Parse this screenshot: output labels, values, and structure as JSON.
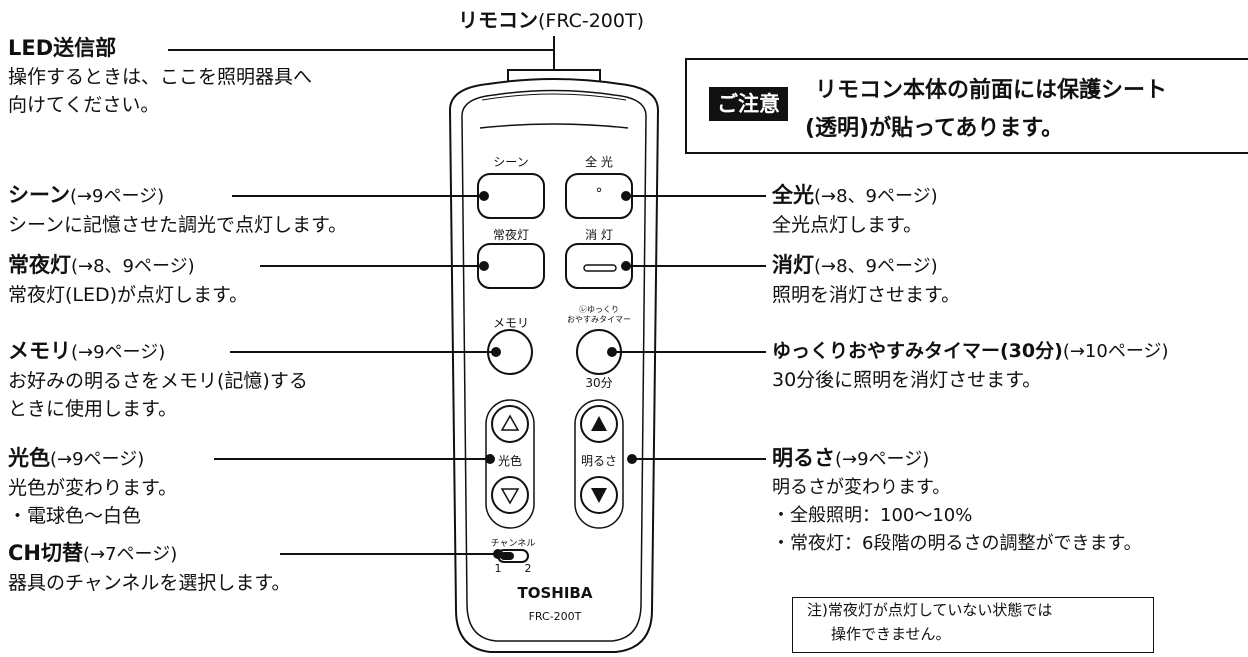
{
  "remote_title": {
    "name": "リモコン",
    "model": "(FRC-200T)"
  },
  "notice": {
    "tag": "ご注意",
    "line1": "リモコン本体の前面には保護シート",
    "line2": "(透明)が貼ってあります。"
  },
  "callouts": {
    "led": {
      "title": "LED送信部",
      "desc1": "操作するときは、ここを照明器具へ",
      "desc2": "向けてください。"
    },
    "scene": {
      "title": "シーン",
      "ref": "(→9ページ)",
      "desc1": "シーンに記憶させた調光で点灯します。"
    },
    "nightlight": {
      "title": "常夜灯",
      "ref": "(→8、9ページ)",
      "desc1": "常夜灯(LED)が点灯します。"
    },
    "memory": {
      "title": "メモリ",
      "ref": "(→9ページ)",
      "desc1": "お好みの明るさをメモリ(記憶)する",
      "desc2": "ときに使用します。"
    },
    "color": {
      "title": "光色",
      "ref": "(→9ページ)",
      "desc1": "光色が変わります。",
      "desc2": "・電球色～白色"
    },
    "channel": {
      "title": "CH切替",
      "ref": "(→7ページ)",
      "desc1": "器具のチャンネルを選択します。"
    },
    "full": {
      "title": "全光",
      "ref": "(→8、9ページ)",
      "desc1": "全光点灯します。"
    },
    "off": {
      "title": "消灯",
      "ref": "(→8、9ページ)",
      "desc1": "照明を消灯させます。"
    },
    "timer": {
      "title": "ゆっくりおやすみタイマー(30分)",
      "ref": "(→10ページ)",
      "desc1": "30分後に照明を消灯させます。"
    },
    "brightness": {
      "title": "明るさ",
      "ref": "(→9ページ)",
      "desc1": "明るさが変わります。",
      "desc2": "・全般照明：100～10%",
      "desc3": "・常夜灯：6段階の明るさの調整ができます。"
    }
  },
  "remote_labels": {
    "scene": "シーン",
    "full": "全 光",
    "full_mark": "°",
    "nightlight": "常夜灯",
    "off": "消 灯",
    "memory": "メモリ",
    "timer_line1": "㋹ゆっくり",
    "timer_line2": "おやすみタイマー",
    "timer_30": "30分",
    "color": "光色",
    "brightness": "明るさ",
    "channel": "チャンネル",
    "ch1": "1",
    "ch2": "2",
    "brand": "TOSHIBA",
    "model": "FRC-200T"
  },
  "footnote": {
    "line1": "注)常夜灯が点灯していない状態では",
    "line2": "操作できません。"
  }
}
